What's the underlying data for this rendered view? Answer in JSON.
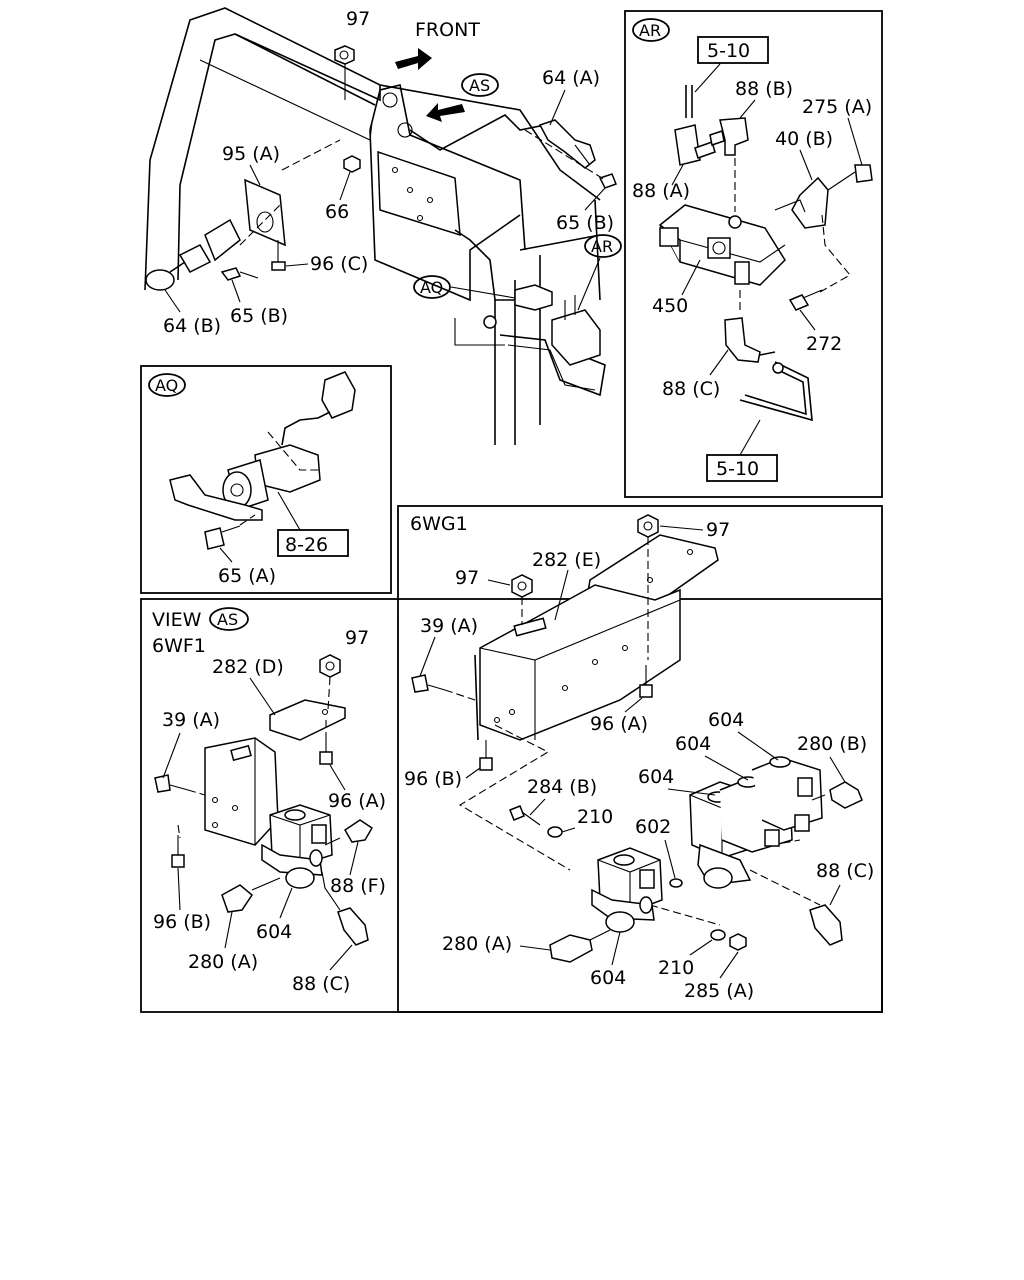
{
  "main": {
    "front_label": "FRONT",
    "callout_as": "AS",
    "callout_aq": "AQ",
    "callout_ar": "AR",
    "labels": {
      "p97": "97",
      "p64a": "64 (A)",
      "p95a": "95 (A)",
      "p66": "66",
      "p65b_top": "65 (B)",
      "p96c": "96 (C)",
      "p64b": "64 (B)",
      "p65b_left": "65 (B)"
    }
  },
  "panel_ar": {
    "tag": "AR",
    "ref_top": "5-10",
    "ref_bottom": "5-10",
    "labels": {
      "p88b": "88 (B)",
      "p275a": "275 (A)",
      "p40b": "40 (B)",
      "p88a": "88 (A)",
      "p450": "450",
      "p272": "272",
      "p88c": "88 (C)"
    }
  },
  "panel_aq": {
    "tag": "AQ",
    "ref": "8-26",
    "label_65a": "65 (A)"
  },
  "panel_as": {
    "view_label": "VIEW",
    "tag": "AS",
    "model": "6WF1",
    "labels": {
      "p97": "97",
      "p282d": "282 (D)",
      "p39a": "39 (A)",
      "p96a": "96 (A)",
      "p88f": "88 (F)",
      "p96b": "96 (B)",
      "p604": "604",
      "p280a": "280 (A)",
      "p88c": "88 (C)"
    }
  },
  "panel_6wg1": {
    "model": "6WG1",
    "labels": {
      "p97_top": "97",
      "p282e": "282 (E)",
      "p97_left": "97",
      "p39a": "39 (A)",
      "p96a": "96 (A)",
      "p96b": "96 (B)",
      "p604_a": "604",
      "p604_b": "604",
      "p604_c": "604",
      "p280b": "280 (B)",
      "p284b": "284 (B)",
      "p210_top": "210",
      "p602": "602",
      "p88c": "88 (C)",
      "p280a": "280 (A)",
      "p604_bottom": "604",
      "p210_bottom": "210",
      "p285a": "285 (A)"
    }
  }
}
